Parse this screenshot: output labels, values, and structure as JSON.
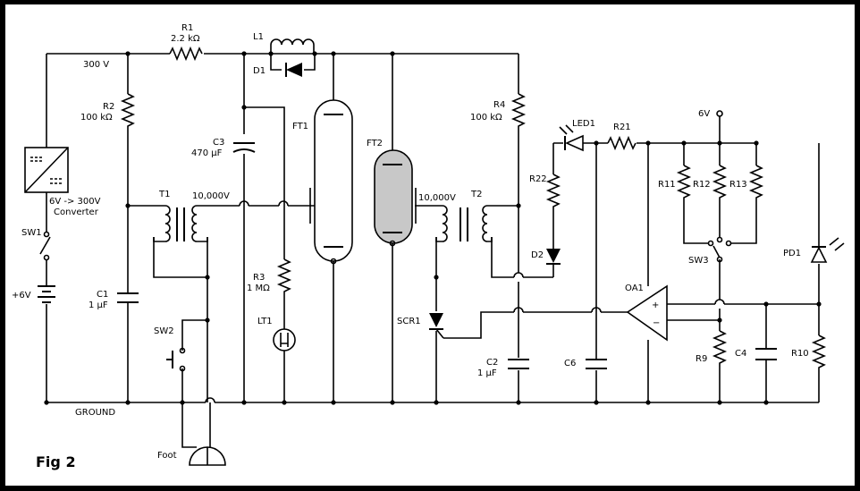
{
  "figure_label": "Fig 2",
  "labels": {
    "v300": "300 V",
    "ground": "GROUND",
    "converter_line1": "6V -> 300V",
    "converter_line2": "Converter",
    "sw1": "SW1",
    "battery": "+6V",
    "r1_name": "R1",
    "r1_value": "2.2 kΩ",
    "l1": "L1",
    "d1": "D1",
    "r2_name": "R2",
    "r2_value": "100 kΩ",
    "c3_name": "C3",
    "c3_value": "470 µF",
    "t1": "T1",
    "t1_voltage": "10,000V",
    "c1_name": "C1",
    "c1_value": "1 µF",
    "sw2": "SW2",
    "r3_name": "R3",
    "r3_value": "1 MΩ",
    "lt1": "LT1",
    "foot": "Foot",
    "ft1": "FT1",
    "ft2": "FT2",
    "t2_voltage": "10,000V",
    "t2": "T2",
    "r4_name": "R4",
    "r4_value": "100 kΩ",
    "scr1": "SCR1",
    "c2_name": "C2",
    "c2_value": "1 µF",
    "led1": "LED1",
    "r21": "R21",
    "r22": "R22",
    "d2": "D2",
    "c6": "C6",
    "v6": "6V",
    "r11": "R11",
    "r12": "R12",
    "r13": "R13",
    "sw3": "SW3",
    "oa1": "OA1",
    "oa_plus": "+",
    "oa_minus": "−",
    "pd1": "PD1",
    "r9": "R9",
    "c4": "C4",
    "r10": "R10"
  },
  "colors": {
    "frame": "#000000",
    "background": "#ffffff",
    "ft2_fill": "#c8c8c8"
  }
}
